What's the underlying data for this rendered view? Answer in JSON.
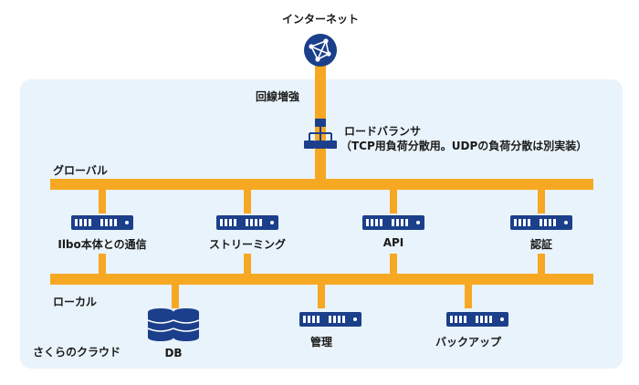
{
  "internet_label": "インターネット",
  "uplink_label": "回線増強",
  "load_balancer": {
    "title": "ロードバランサ",
    "note": "（TCP用負荷分散用。UDPの負荷分散は別実装）"
  },
  "global_label": "グローバル",
  "local_label": "ローカル",
  "cloud_label": "さくらのクラウド",
  "global_servers": [
    {
      "label": "Ilbo本体との通信"
    },
    {
      "label": "ストリーミング"
    },
    {
      "label": "API"
    },
    {
      "label": "認証"
    }
  ],
  "local_nodes": [
    {
      "label": "DB",
      "icon": "database-icon"
    },
    {
      "label": "管理",
      "icon": "server-icon"
    },
    {
      "label": "バックアップ",
      "icon": "server-icon"
    }
  ],
  "colors": {
    "panel_bg": "#e8f3fb",
    "line": "#f7a823",
    "icon": "#1b3f8b"
  }
}
